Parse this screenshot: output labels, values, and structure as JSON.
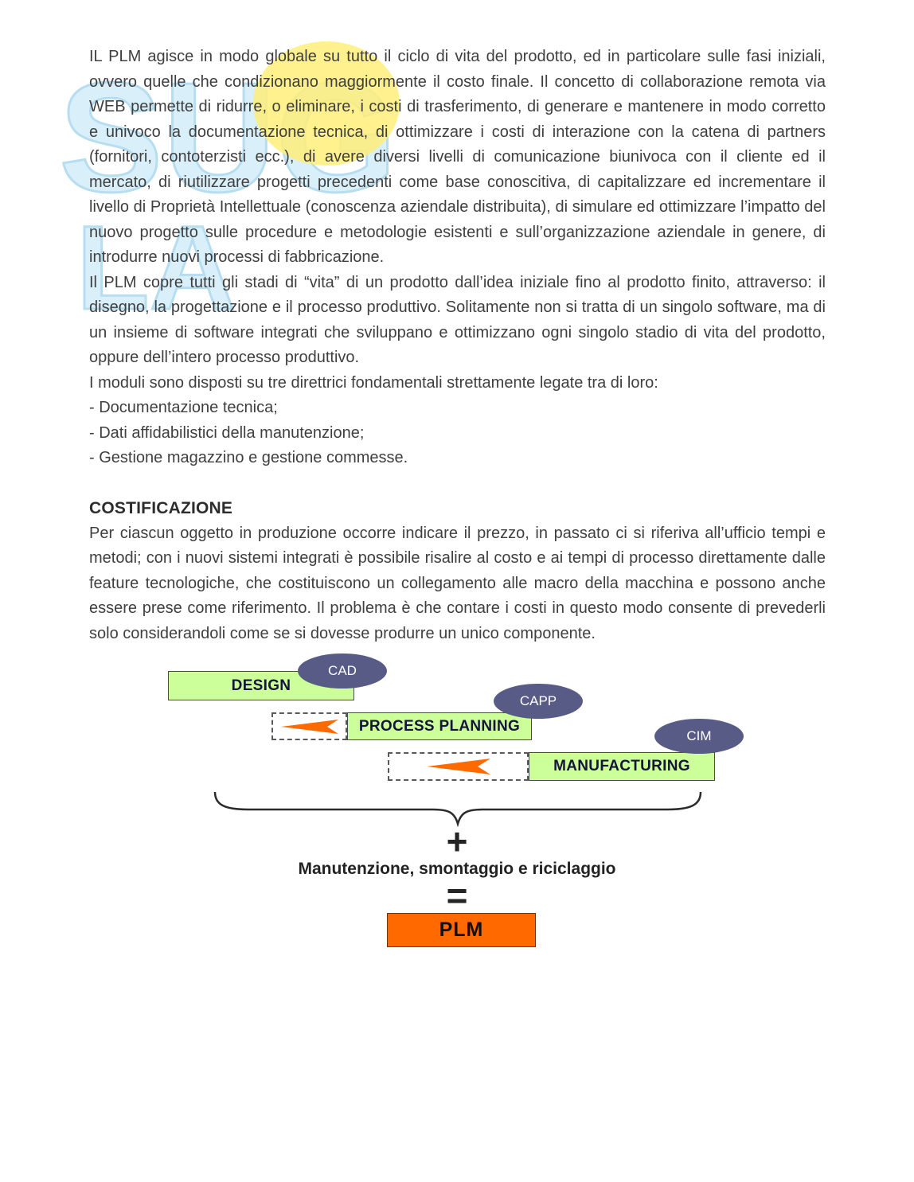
{
  "document": {
    "paragraph1": "IL PLM agisce in modo globale su tutto il ciclo di vita del prodotto, ed in particolare sulle fasi iniziali, ovvero quelle che condizionano maggiormente il costo finale. Il concetto di collaborazione remota via WEB permette di ridurre, o eliminare, i costi di trasferimento, di generare e mantenere in modo corretto e univoco la documentazione tecnica, di ottimizzare i costi di interazione con la catena di partners (fornitori, contoterzisti ecc.), di avere diversi livelli di comunicazione biunivoca con il cliente ed il mercato, di riutilizzare progetti precedenti come base conoscitiva, di capitalizzare ed incrementare il livello di Proprietà Intellettuale (conoscenza aziendale distribuita), di simulare ed ottimizzare l’impatto del nuovo progetto sulle procedure e metodologie esistenti e sull’organizzazione aziendale in genere, di introdurre nuovi processi di fabbricazione.",
    "paragraph2": "Il PLM copre tutti gli stadi di “vita” di un prodotto dall’idea iniziale fino al prodotto finito, attraverso: il disegno, la progettazione e il processo produttivo. Solitamente non si tratta di un singolo software, ma di un insieme di software integrati che sviluppano e ottimizzano ogni singolo stadio di vita del prodotto, oppure dell’intero processo produttivo.",
    "modules_intro": "I moduli sono disposti su tre direttrici fondamentali strettamente legate tra di loro:",
    "modules": [
      "- Documentazione tecnica;",
      "- Dati affidabilistici della manutenzione;",
      "- Gestione magazzino e gestione commesse."
    ],
    "heading": "COSTIFICAZIONE",
    "paragraph3": "Per ciascun oggetto in produzione occorre indicare il prezzo, in passato ci si riferiva all’ufficio tempi e metodi; con i nuovi sistemi integrati è possibile risalire al costo e ai tempi di processo direttamente dalle feature tecnologiche, che costituiscono un collegamento alle macro della macchina e possono anche essere prese come riferimento. Il problema è che contare i costi in questo modo consente di prevederli solo considerandoli come se si dovesse produrre un unico componente."
  },
  "diagram": {
    "stages": [
      {
        "label": "DESIGN",
        "tool": "CAD"
      },
      {
        "label": "PROCESS PLANNING",
        "tool": "CAPP"
      },
      {
        "label": "MANUFACTURING",
        "tool": "CIM"
      }
    ],
    "plus_sign": "+",
    "maintenance_label": "Manutenzione, smontaggio e riciclaggio",
    "equals_sign": "=",
    "result_label": "PLM",
    "colors": {
      "stage_fill": "#ccff99",
      "tool_fill": "#575b86",
      "arrow_orange": "#ff6a00",
      "result_fill": "#ff6900",
      "watermark_blue": "#cdeaf7",
      "watermark_yellow": "#ffe94d"
    }
  }
}
